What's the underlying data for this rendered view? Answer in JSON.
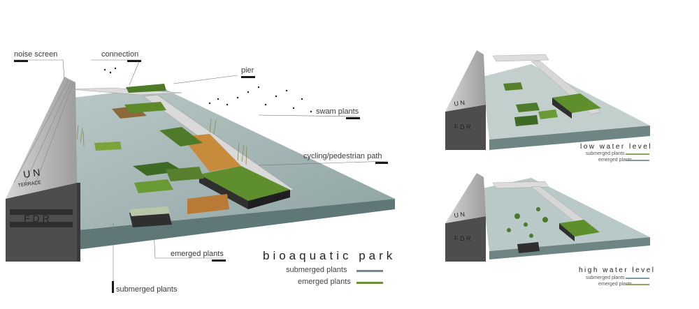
{
  "main_panel": {
    "labels": {
      "noise_screen": "noise screen",
      "connection": "connection",
      "pier": "pier",
      "swam_plants": "swam plants",
      "cycling_path": "cycling/pedestrian path",
      "emerged_plants": "emerged plants",
      "submerged_plants": "submerged plants"
    },
    "building_text": {
      "line1": "U N",
      "line2": "TERRACE",
      "line3": "F D R"
    },
    "title": "bioaquatic park",
    "legend": [
      {
        "label": "submerged plants",
        "color": "#6f8a8e"
      },
      {
        "label": "emerged plants",
        "color": "#6d8f3a"
      }
    ]
  },
  "low_water_panel": {
    "building_text": {
      "line1": "U N",
      "line2": "F D R"
    },
    "title": "low water level",
    "legend": [
      {
        "label": "submerged plants",
        "color": "#8fa35a"
      },
      {
        "label": "emerged plants",
        "color": "#7f9aa0"
      }
    ]
  },
  "high_water_panel": {
    "building_text": {
      "line1": "U N",
      "line2": "F D R"
    },
    "title": "high water level",
    "legend": [
      {
        "label": "submerged plants",
        "color": "#7f9aa0"
      },
      {
        "label": "emerged plants",
        "color": "#8fa35a"
      }
    ]
  },
  "colors": {
    "water": "#9fb2b2",
    "water_dark": "#6f8584",
    "building": "#b9b9b9",
    "building_dark": "#5a5a5a",
    "grass": "#5e8a2a",
    "reed": "#c98a3a"
  }
}
